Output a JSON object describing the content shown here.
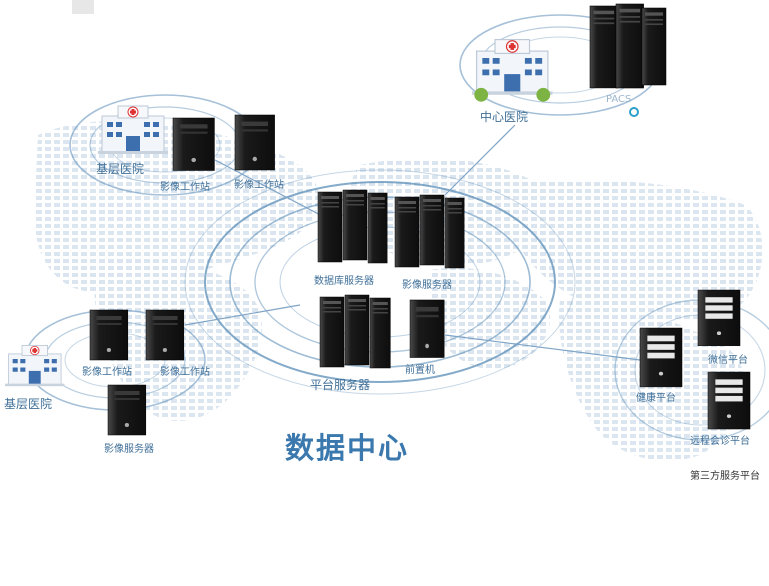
{
  "diagram": {
    "title": "数据中心",
    "center_hospital": {
      "label": "中心医院",
      "server_label": "PACS"
    },
    "basic_hospital_top": {
      "label": "基层医院",
      "workstation_1": "影像工作站",
      "workstation_2": "影像工作站"
    },
    "data_center": {
      "db_server": "数据库服务器",
      "image_server": "影像服务器",
      "platform_server": "平台服务器",
      "front_machine": "前置机"
    },
    "basic_hospital_bottom": {
      "label": "基层医院",
      "workstation_1": "影像工作站",
      "workstation_2": "影像工作站",
      "image_server": "影像服务器"
    },
    "third_party": {
      "group_label": "第三方服务平台",
      "wechat": "微信平台",
      "health": "健康平台",
      "remote": "远程会诊平台"
    },
    "colors": {
      "accent": "#3a78ad",
      "ring": "#5b8db8",
      "map": "#dfe8f1",
      "server": "#1e1e1e"
    }
  }
}
